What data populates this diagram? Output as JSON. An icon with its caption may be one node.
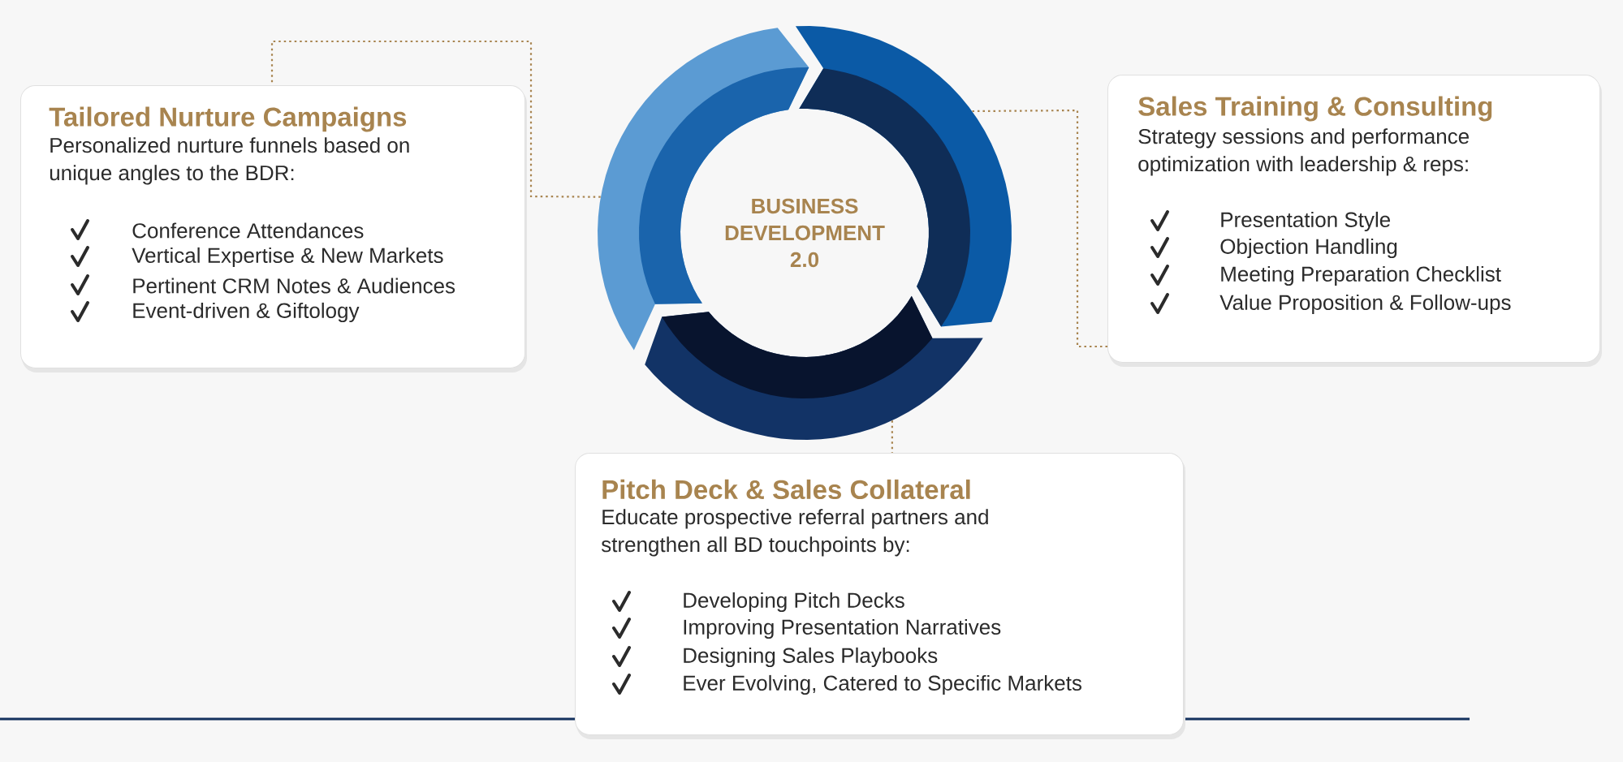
{
  "diagram": {
    "nodes": [
      {
        "text": [
          "BUSINESS DEVELOPMENT 2.0"
        ]
      },
      {
        "text": [
          "Tailored Nurture Campaigns",
          "Personalized nurture funnels based on unique angles to the BDR:",
          "Conference Attendances",
          "Vertical Expertise & New Markets",
          "Pertinent CRM Notes & Audiences",
          "Event-driven & Giftology"
        ]
      },
      {
        "text": [
          "Sales Training & Consulting",
          "Strategy sessions and performance optimization with leadership & reps:",
          "Presentation Style",
          "Objection Handling",
          "Meeting Preparation Checklist",
          "Value Proposition & Follow-ups"
        ]
      },
      {
        "text": [
          "Pitch Deck & Sales Collateral",
          "Educate prospective referral partners and strengthen all BD touchpoints by:",
          "Developing Pitch Decks",
          "Improving Presentation Narratives",
          "Designing Sales Playbooks",
          "Ever Evolving, Catered to Specific Markets"
        ]
      }
    ],
    "edges": [
      {
        "from": 0,
        "to": 1,
        "arrow": "none",
        "style": "dashed"
      },
      {
        "from": 0,
        "to": 2,
        "arrow": "none",
        "style": "dashed"
      },
      {
        "from": 0,
        "to": 3,
        "arrow": "none",
        "style": "dashed"
      }
    ]
  }
}
